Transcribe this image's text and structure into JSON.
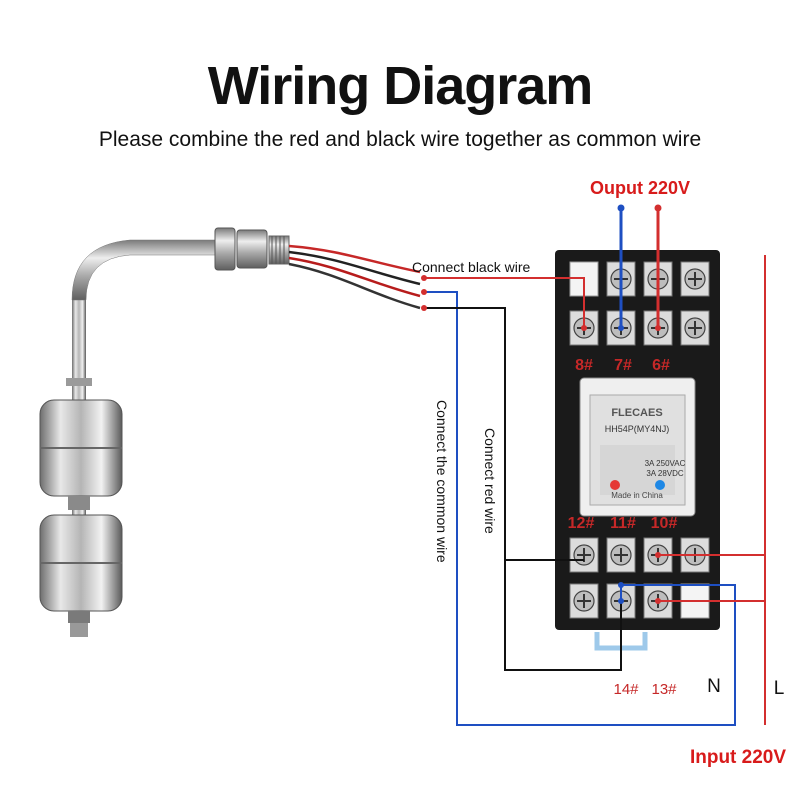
{
  "title": "Wiring Diagram",
  "subtitle": "Please combine the red and black wire together as common wire",
  "labels": {
    "output": "Ouput 220V",
    "input": "Input 220V",
    "connect_black": "Connect black wire",
    "connect_red": "Connect red wire",
    "connect_common": "Connect the common wire",
    "neutral": "N",
    "live": "L"
  },
  "terminals": {
    "t8": "8#",
    "t7": "7#",
    "t6": "6#",
    "t12": "12#",
    "t11": "11#",
    "t10": "10#",
    "t14": "14#",
    "t13": "13#"
  },
  "relay": {
    "brand": "FLECAES",
    "model": "HH54P(MY4NJ)",
    "rating_ac": "3A 250VAC",
    "rating_dc": "3A 28VDC",
    "origin": "Made in China"
  },
  "colors": {
    "red_wire": "#d32f2f",
    "blue_wire": "#1e4fc2",
    "black_wire": "#111111",
    "label_red": "#d81b1b",
    "terminal_label": "#c62828"
  }
}
